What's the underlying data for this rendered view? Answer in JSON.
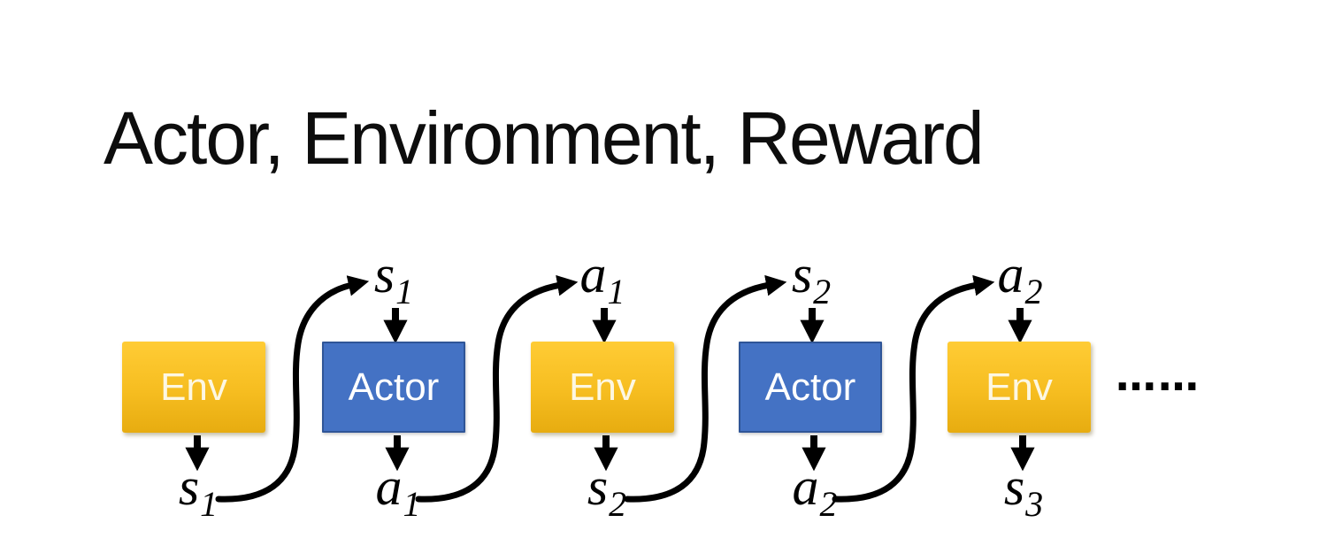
{
  "title": "Actor, Environment, Reward",
  "diagram": {
    "boxes": [
      {
        "label": "Env",
        "type": "env"
      },
      {
        "label": "Actor",
        "type": "actor"
      },
      {
        "label": "Env",
        "type": "env"
      },
      {
        "label": "Actor",
        "type": "actor"
      },
      {
        "label": "Env",
        "type": "env"
      }
    ],
    "top_labels": [
      {
        "base": "s",
        "sub": "1"
      },
      {
        "base": "a",
        "sub": "1"
      },
      {
        "base": "s",
        "sub": "2"
      },
      {
        "base": "a",
        "sub": "2"
      }
    ],
    "bottom_labels": [
      {
        "base": "s",
        "sub": "1"
      },
      {
        "base": "a",
        "sub": "1"
      },
      {
        "base": "s",
        "sub": "2"
      },
      {
        "base": "a",
        "sub": "2"
      },
      {
        "base": "s",
        "sub": "3"
      }
    ],
    "ellipsis": "……",
    "colors": {
      "title_text": "#0d0d0d",
      "env_top": "#ffcc35",
      "env_bottom": "#e7ac10",
      "env_text": "#fdf7e2",
      "actor_fill": "#4472c4",
      "actor_border": "#2f5597",
      "actor_text": "#ffffff",
      "arrow": "#000000"
    }
  }
}
